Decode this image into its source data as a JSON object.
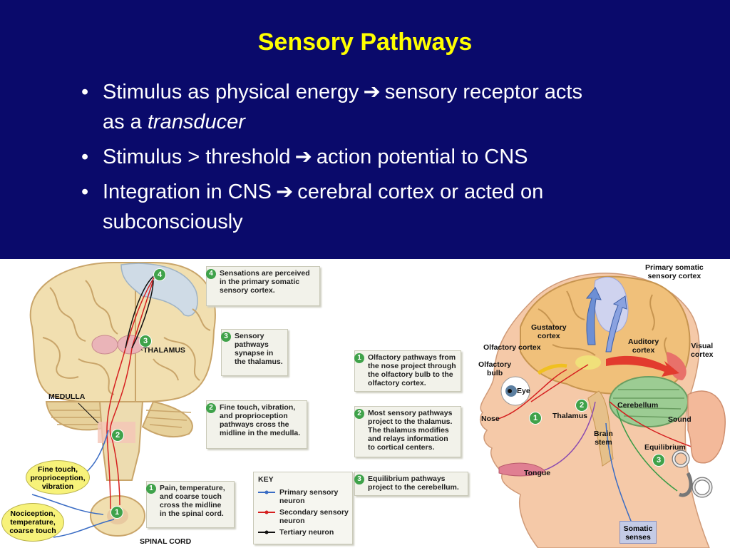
{
  "slide": {
    "title": "Sensory Pathways",
    "bullets": [
      {
        "line1_a": "Stimulus as physical energy",
        "line1_b": "sensory receptor acts",
        "line2_a": "as a ",
        "line2_em": "transducer"
      },
      {
        "line1_a": "Stimulus > threshold",
        "line1_b": "action potential to CNS"
      },
      {
        "line1_a": "Integration in CNS",
        "line1_b": "cerebral cortex or acted on",
        "line2_a": "subconsciously"
      }
    ],
    "arrow_glyph": "➔",
    "bullet_glyph": "•"
  },
  "left_diagram": {
    "labels": {
      "thalamus": "THALAMUS",
      "medulla": "MEDULLA",
      "spinal_cord": "SPINAL CORD"
    },
    "ovals": [
      "Fine touch,\nproprioception,\nvibration",
      "Nociception,\ntemperature,\ncoarse touch"
    ],
    "steps": [
      {
        "num": "4",
        "text": "Sensations are perceived\nin the primary somatic\nsensory cortex."
      },
      {
        "num": "3",
        "text": "Sensory\npathways\nsynapse in\nthe thalamus."
      },
      {
        "num": "2",
        "text": "Fine touch, vibration,\nand proprioception\npathways cross the\nmidline in the medulla."
      },
      {
        "num": "1",
        "text": "Pain, temperature,\nand coarse touch\ncross the midline\nin the spinal cord."
      }
    ],
    "key": {
      "title": "KEY",
      "items": [
        "Primary sensory\nneuron",
        "Secondary sensory\nneuron",
        "Tertiary neuron"
      ]
    }
  },
  "right_diagram": {
    "steps": [
      {
        "num": "1",
        "text": "Olfactory pathways from\nthe nose project through\nthe olfactory bulb to the\nolfactory cortex."
      },
      {
        "num": "2",
        "text": "Most sensory pathways\nproject to the thalamus.\nThe thalamus modifies\nand relays information\nto cortical centers."
      },
      {
        "num": "3",
        "text": "Equilibrium pathways\nproject to the cerebellum."
      }
    ],
    "labels": {
      "primary_somatic": "Primary somatic\nsensory cortex",
      "gustatory": "Gustatory\ncortex",
      "olfactory_cortex": "Olfactory cortex",
      "auditory": "Auditory\ncortex",
      "visual": "Visual\ncortex",
      "olfactory_bulb": "Olfactory\nbulb",
      "eye": "Eye",
      "nose": "Nose",
      "thalamus": "Thalamus",
      "cerebellum": "Cerebellum",
      "sound": "Sound",
      "brain_stem": "Brain\nstem",
      "equilibrium": "Equilibrium",
      "tongue": "Tongue",
      "somatic_senses": "Somatic\nsenses"
    }
  }
}
